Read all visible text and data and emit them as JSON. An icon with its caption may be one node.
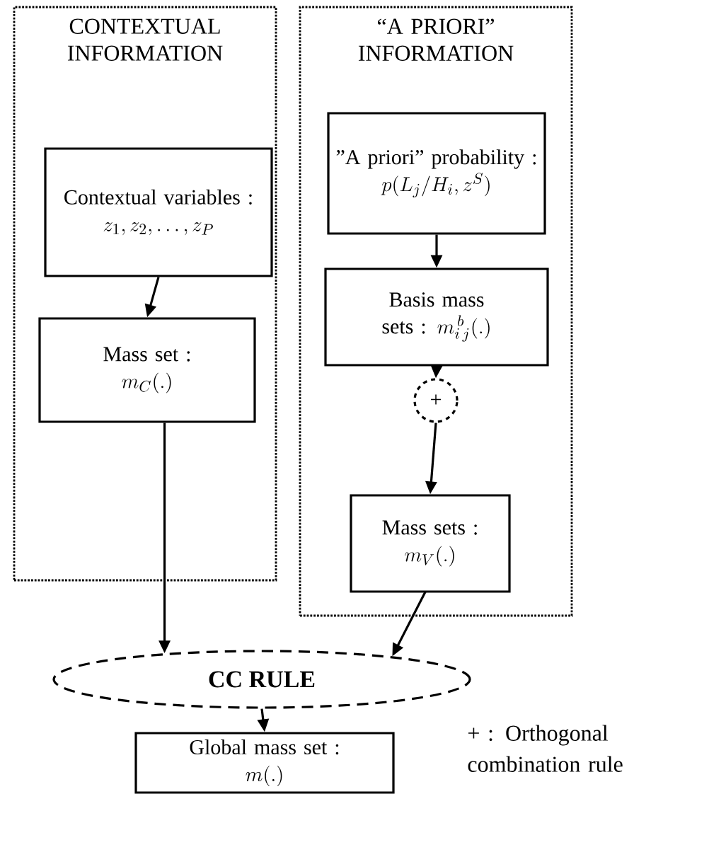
{
  "diagram": {
    "nodes": [
      {
        "text": [
          "CONTEXTUAL INFORMATION"
        ]
      },
      {
        "text": [
          "Contextual variables :",
          "z_{1}, z_{2}, \\ldots, z_{P}"
        ],
        "in": 0
      },
      {
        "text": [
          "Mass set :",
          "m_{C}(.)"
        ],
        "in": 0
      },
      {
        "text": [
          "“A PRIORI” INFORMATION"
        ]
      },
      {
        "text": [
          "”A priori” probability :",
          "p(L_{j} / H_{i}, z^{S})"
        ],
        "in": 3
      },
      {
        "text": [
          "Basis mass",
          "sets :",
          "m_{i\\,j}^{\\,b}(.)"
        ],
        "in": 3
      },
      {
        "text": [
          "+"
        ],
        "in": 3
      },
      {
        "text": [
          "Mass sets :",
          "m_{V}(.)"
        ],
        "in": 3
      },
      {
        "text": [
          "CC RULE"
        ]
      },
      {
        "text": [
          "Global mass set :",
          "m(.)"
        ]
      }
    ],
    "edges": [
      {
        "from": 1,
        "to": 2,
        "arrow": "to"
      },
      {
        "from": 2,
        "to": 8,
        "arrow": "to"
      },
      {
        "from": 4,
        "to": 5,
        "arrow": "to"
      },
      {
        "from": 5,
        "to": 6,
        "arrow": "to"
      },
      {
        "from": 6,
        "to": 7,
        "arrow": "to"
      },
      {
        "from": 7,
        "to": 8,
        "arrow": "to"
      },
      {
        "from": 8,
        "to": 9,
        "arrow": "to"
      }
    ],
    "labels": [
      "+ :  Orthogonal combination rule"
    ]
  }
}
